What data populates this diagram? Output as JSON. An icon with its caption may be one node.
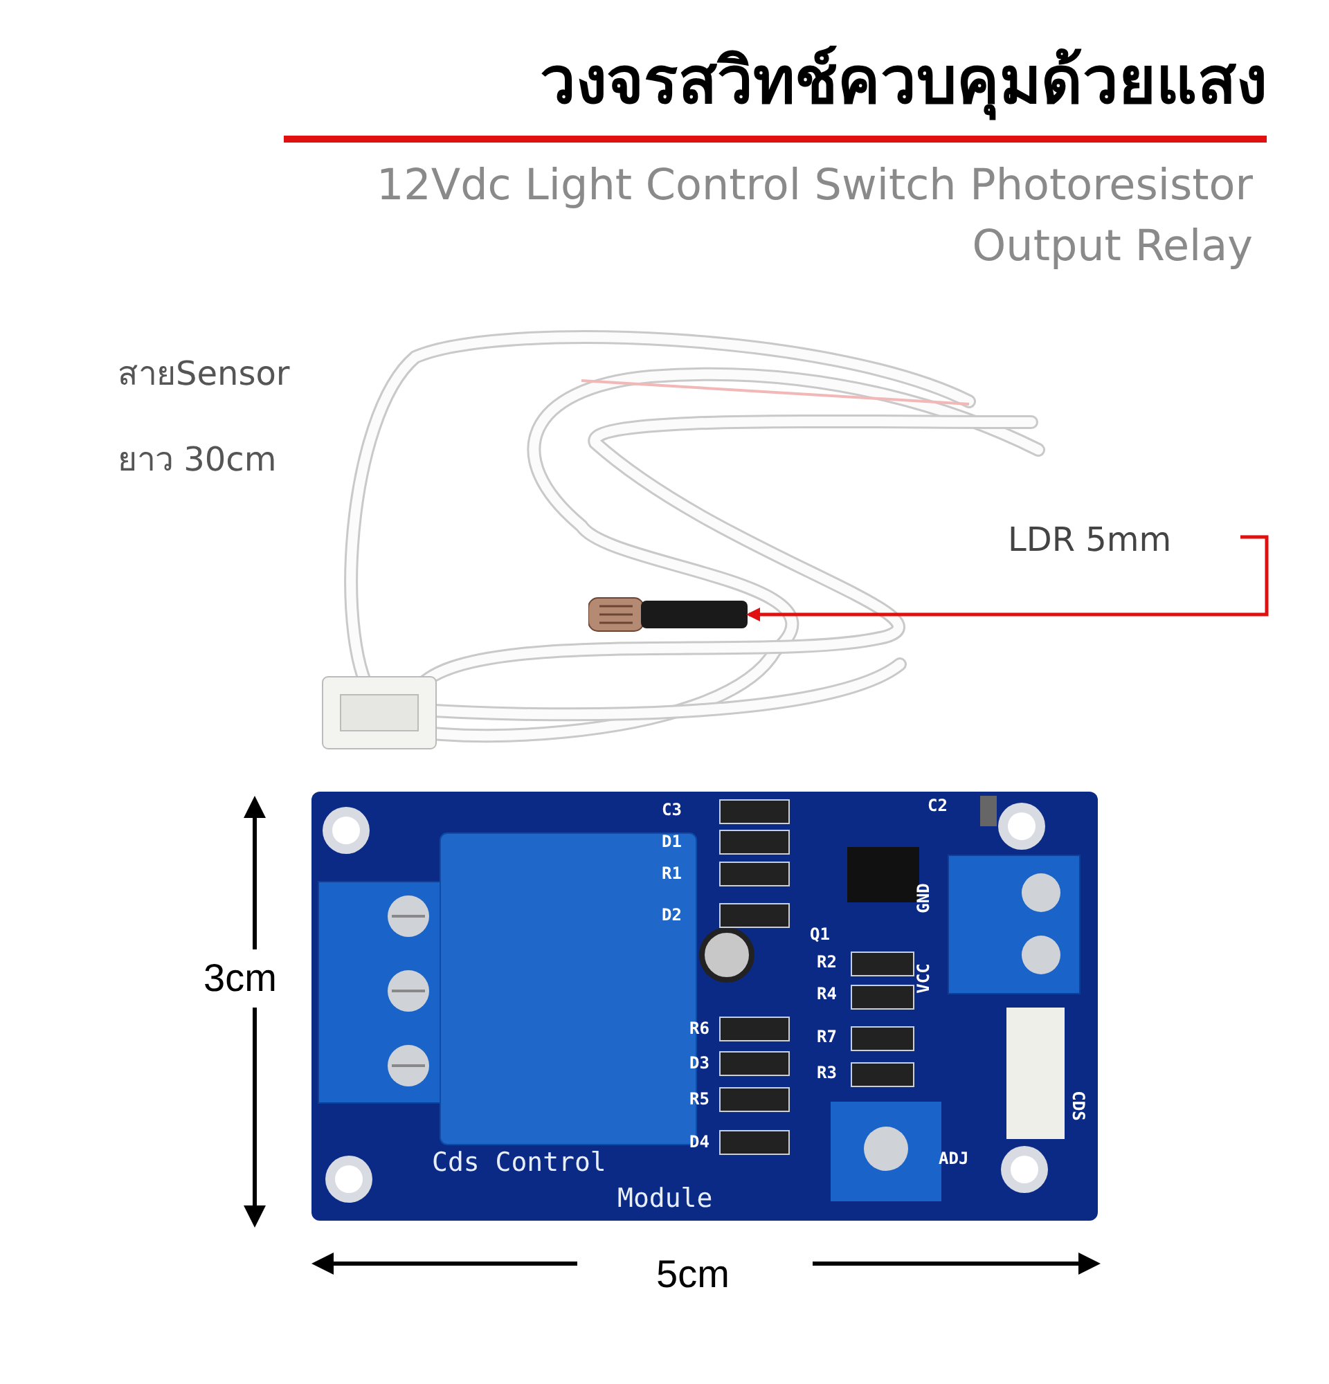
{
  "diagram": {
    "title": "วงจรสวิทช์ควบคุมด้วยแสง",
    "nodes": [
      {
        "text": [
          "LDR 5mm"
        ]
      },
      {
        "text": [],
        "shape": "cylinder"
      }
    ],
    "edges": [
      {
        "from": 0,
        "to": 1,
        "arrow": "to",
        "color": "#e01010"
      }
    ],
    "labels": [
      "12Vdc Light Control Switch Photoresistor Output Relay",
      "สายSensor",
      "ยาว 30cm",
      "C3",
      "D1",
      "R1",
      "D2",
      "Q1",
      "R2",
      "R4",
      "R6",
      "R7",
      "D3",
      "R3",
      "R5",
      "D4",
      "C2",
      "GND",
      "VCC",
      "CDS",
      "ADJ",
      "Cds Control",
      "Module",
      "3cm",
      "5cm"
    ]
  }
}
